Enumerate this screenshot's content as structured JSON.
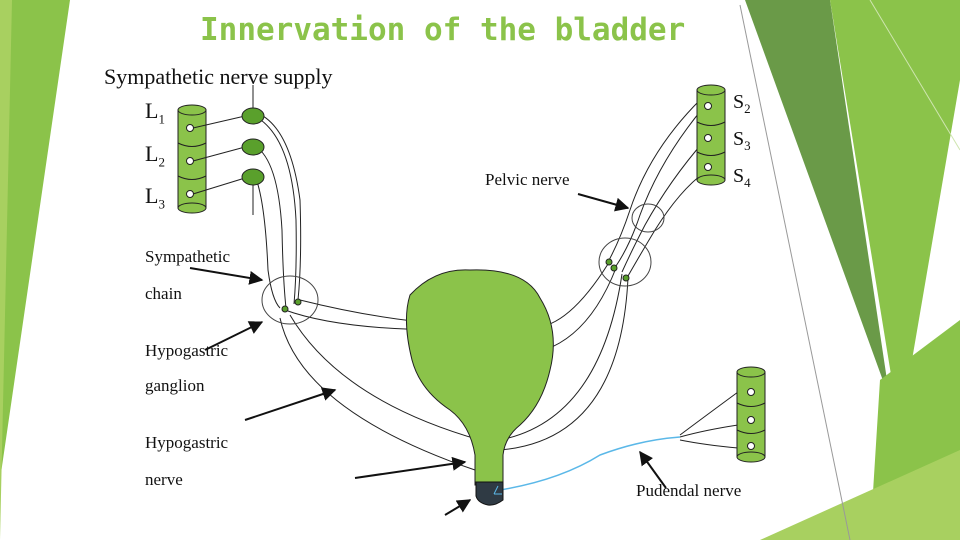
{
  "title": "Innervation of the bladder",
  "labels": {
    "sympathetic_supply": "Sympathetic nerve supply",
    "l1": {
      "letter": "L",
      "num": "1"
    },
    "l2": {
      "letter": "L",
      "num": "2"
    },
    "l3": {
      "letter": "L",
      "num": "3"
    },
    "s2": {
      "letter": "S",
      "num": "2"
    },
    "s3": {
      "letter": "S",
      "num": "3"
    },
    "s4": {
      "letter": "S",
      "num": "4"
    },
    "pelvic_nerve": "Pelvic nerve",
    "sympathetic_chain_1": "Sympathetic",
    "sympathetic_chain_2": "chain",
    "hypogastric_ganglion_1": "Hypogastric",
    "hypogastric_ganglion_2": "ganglion",
    "hypogastric_nerve_1": "Hypogastric",
    "hypogastric_nerve_2": "nerve",
    "pudendal_nerve": "Pudendal nerve"
  },
  "colors": {
    "title": "#8bc34a",
    "organ": "#8bc34a",
    "ganglion": "#5aa02c",
    "sphincter": "#2f3a44",
    "pudendal_nerve": "#5bb8e8",
    "decor_dark": "#6a9a48",
    "decor_light": "#a8d060"
  }
}
